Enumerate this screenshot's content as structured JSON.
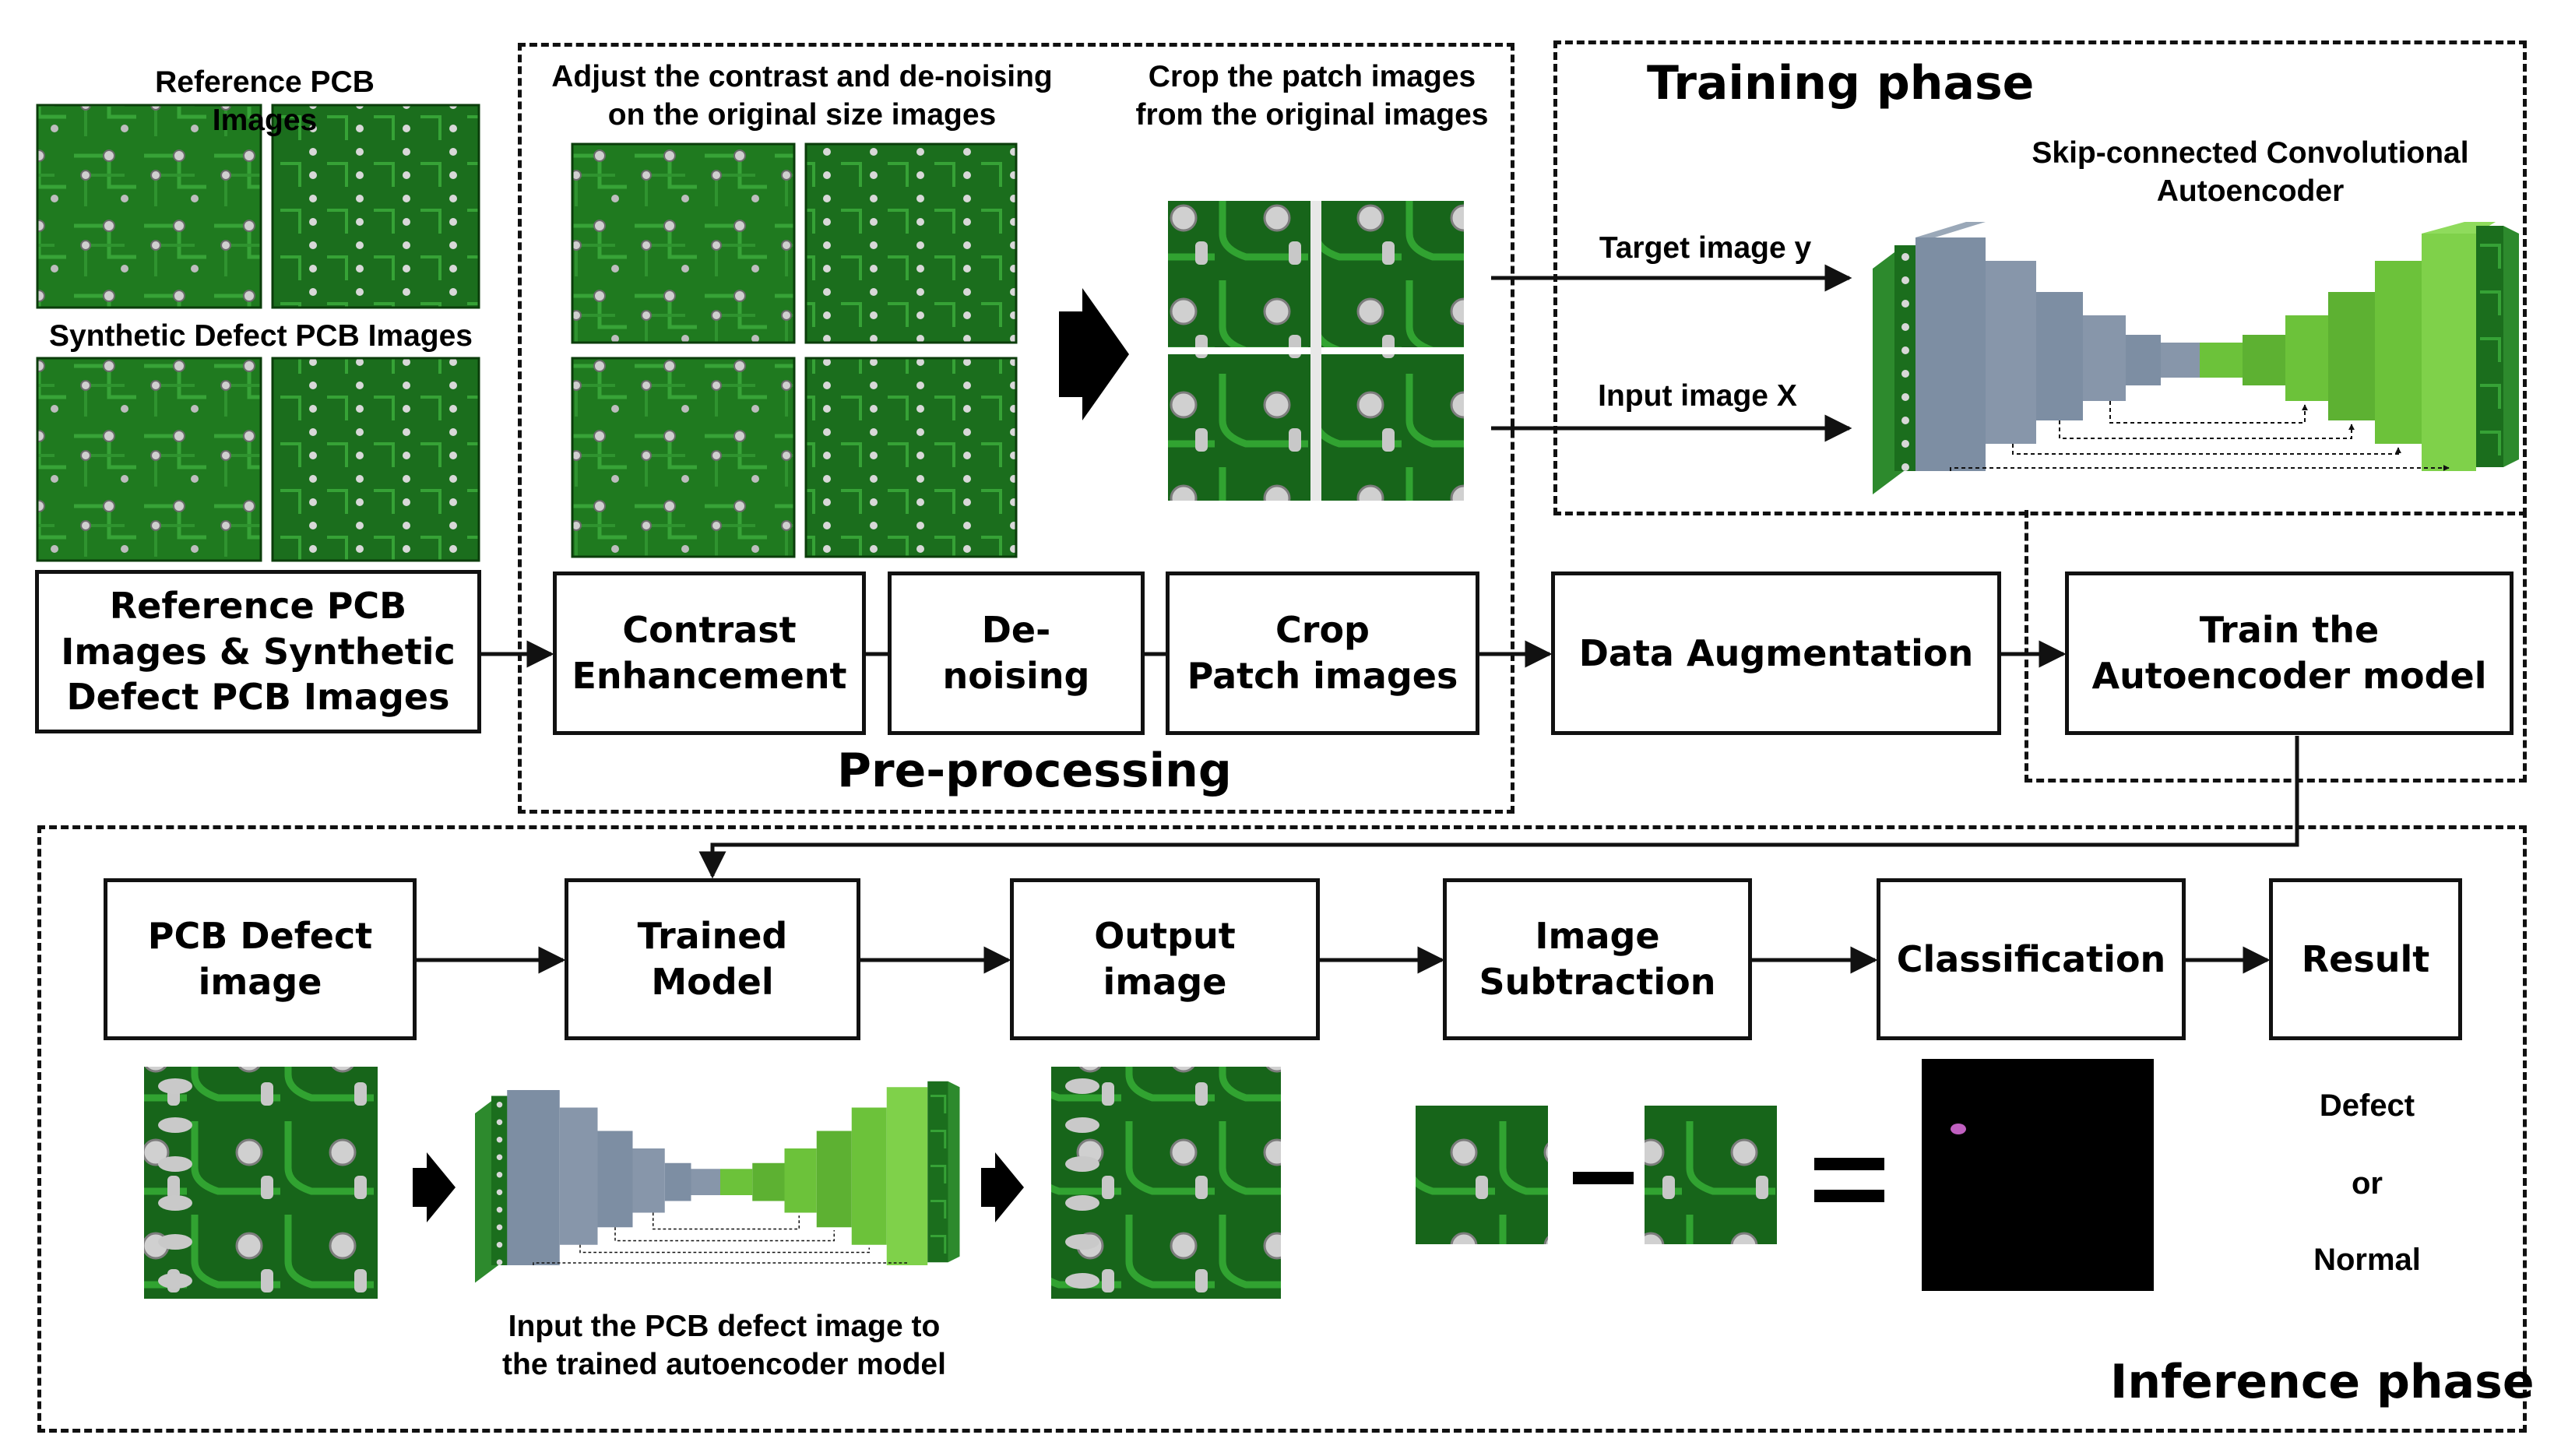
{
  "phases": {
    "training": "Training phase",
    "preprocessing": "Pre-processing",
    "inference": "Inference phase"
  },
  "captions": {
    "reference_pcb": "Reference PCB\nImages",
    "synthetic_defect": "Synthetic Defect PCB Images",
    "adjust_contrast": "Adjust the contrast and de-noising\non the original size images",
    "crop_patch": "Crop the patch images\nfrom the original images",
    "autoencoder_title": "Skip-connected Convolutional\nAutoencoder",
    "target_image": "Target image y",
    "input_image": "Input image X",
    "input_defect_caption": "Input the PCB defect image to\nthe trained autoencoder model"
  },
  "boxes": {
    "reference_synthetic": "Reference PCB\nImages & Synthetic\nDefect PCB Images",
    "contrast": "Contrast\nEnhancement",
    "denoising": "De-\nnoising",
    "crop": "Crop\nPatch images",
    "augmentation": "Data Augmentation",
    "train": "Train the\nAutoencoder model",
    "pcb_defect": "PCB Defect\nimage",
    "trained_model": "Trained\nModel",
    "output_image": "Output\nimage",
    "subtraction": "Image\nSubtraction",
    "classification": "Classification",
    "result": "Result"
  },
  "result_values": {
    "defect": "Defect",
    "or": "or",
    "normal": "Normal"
  },
  "colors": {
    "pcb_green": "#1f7a1f",
    "pcb_dark": "#0e4f12",
    "encoder_gray": "#7d8ea3",
    "decoder_green": "#6cc23a",
    "highlight_magenta": "#c060c0"
  }
}
